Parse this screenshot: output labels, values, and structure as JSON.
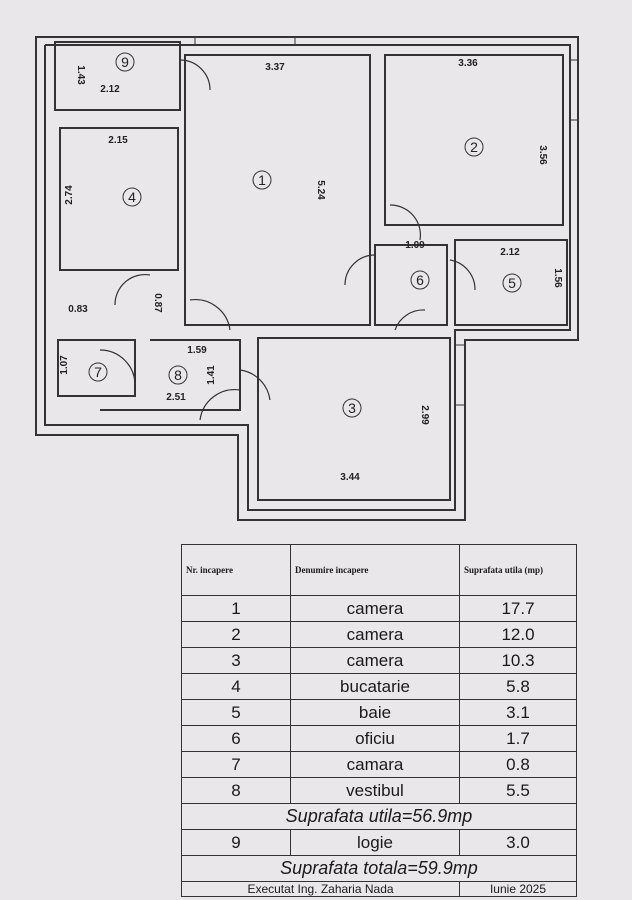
{
  "rooms": [
    {
      "nr": "1",
      "name": "camera",
      "area": "17.7",
      "dims": [
        "3.37",
        "5.24"
      ]
    },
    {
      "nr": "2",
      "name": "camera",
      "area": "12.0",
      "dims": [
        "3.36",
        "3.56"
      ]
    },
    {
      "nr": "3",
      "name": "camera",
      "area": "10.3",
      "dims": [
        "3.44",
        "2.99"
      ]
    },
    {
      "nr": "4",
      "name": "bucatarie",
      "area": "5.8",
      "dims": [
        "2.15",
        "2.74"
      ]
    },
    {
      "nr": "5",
      "name": "baie",
      "area": "3.1",
      "dims": [
        "2.12",
        "1.56"
      ]
    },
    {
      "nr": "6",
      "name": "oficiu",
      "area": "1.7",
      "dims": [
        "1.09"
      ]
    },
    {
      "nr": "7",
      "name": "camara",
      "area": "0.8",
      "dims": [
        "1.07",
        "0.83"
      ]
    },
    {
      "nr": "8",
      "name": "vestibul",
      "area": "5.5",
      "dims": [
        "1.59",
        "2.51",
        "1.41",
        "0.87"
      ]
    },
    {
      "nr": "9",
      "name": "logie",
      "area": "3.0",
      "dims": [
        "2.12",
        "1.43"
      ]
    }
  ],
  "table": {
    "col_nr": "Nr. incapere",
    "col_name": "Denumire incapere",
    "col_area": "Suprafata utila (mp)",
    "useful_total": "Suprafata utila=56.9mp",
    "grand_total": "Suprafata totala=59.9mp",
    "footer_left": "Executat Ing. Zaharia Nada",
    "footer_right": "Iunie 2025"
  }
}
